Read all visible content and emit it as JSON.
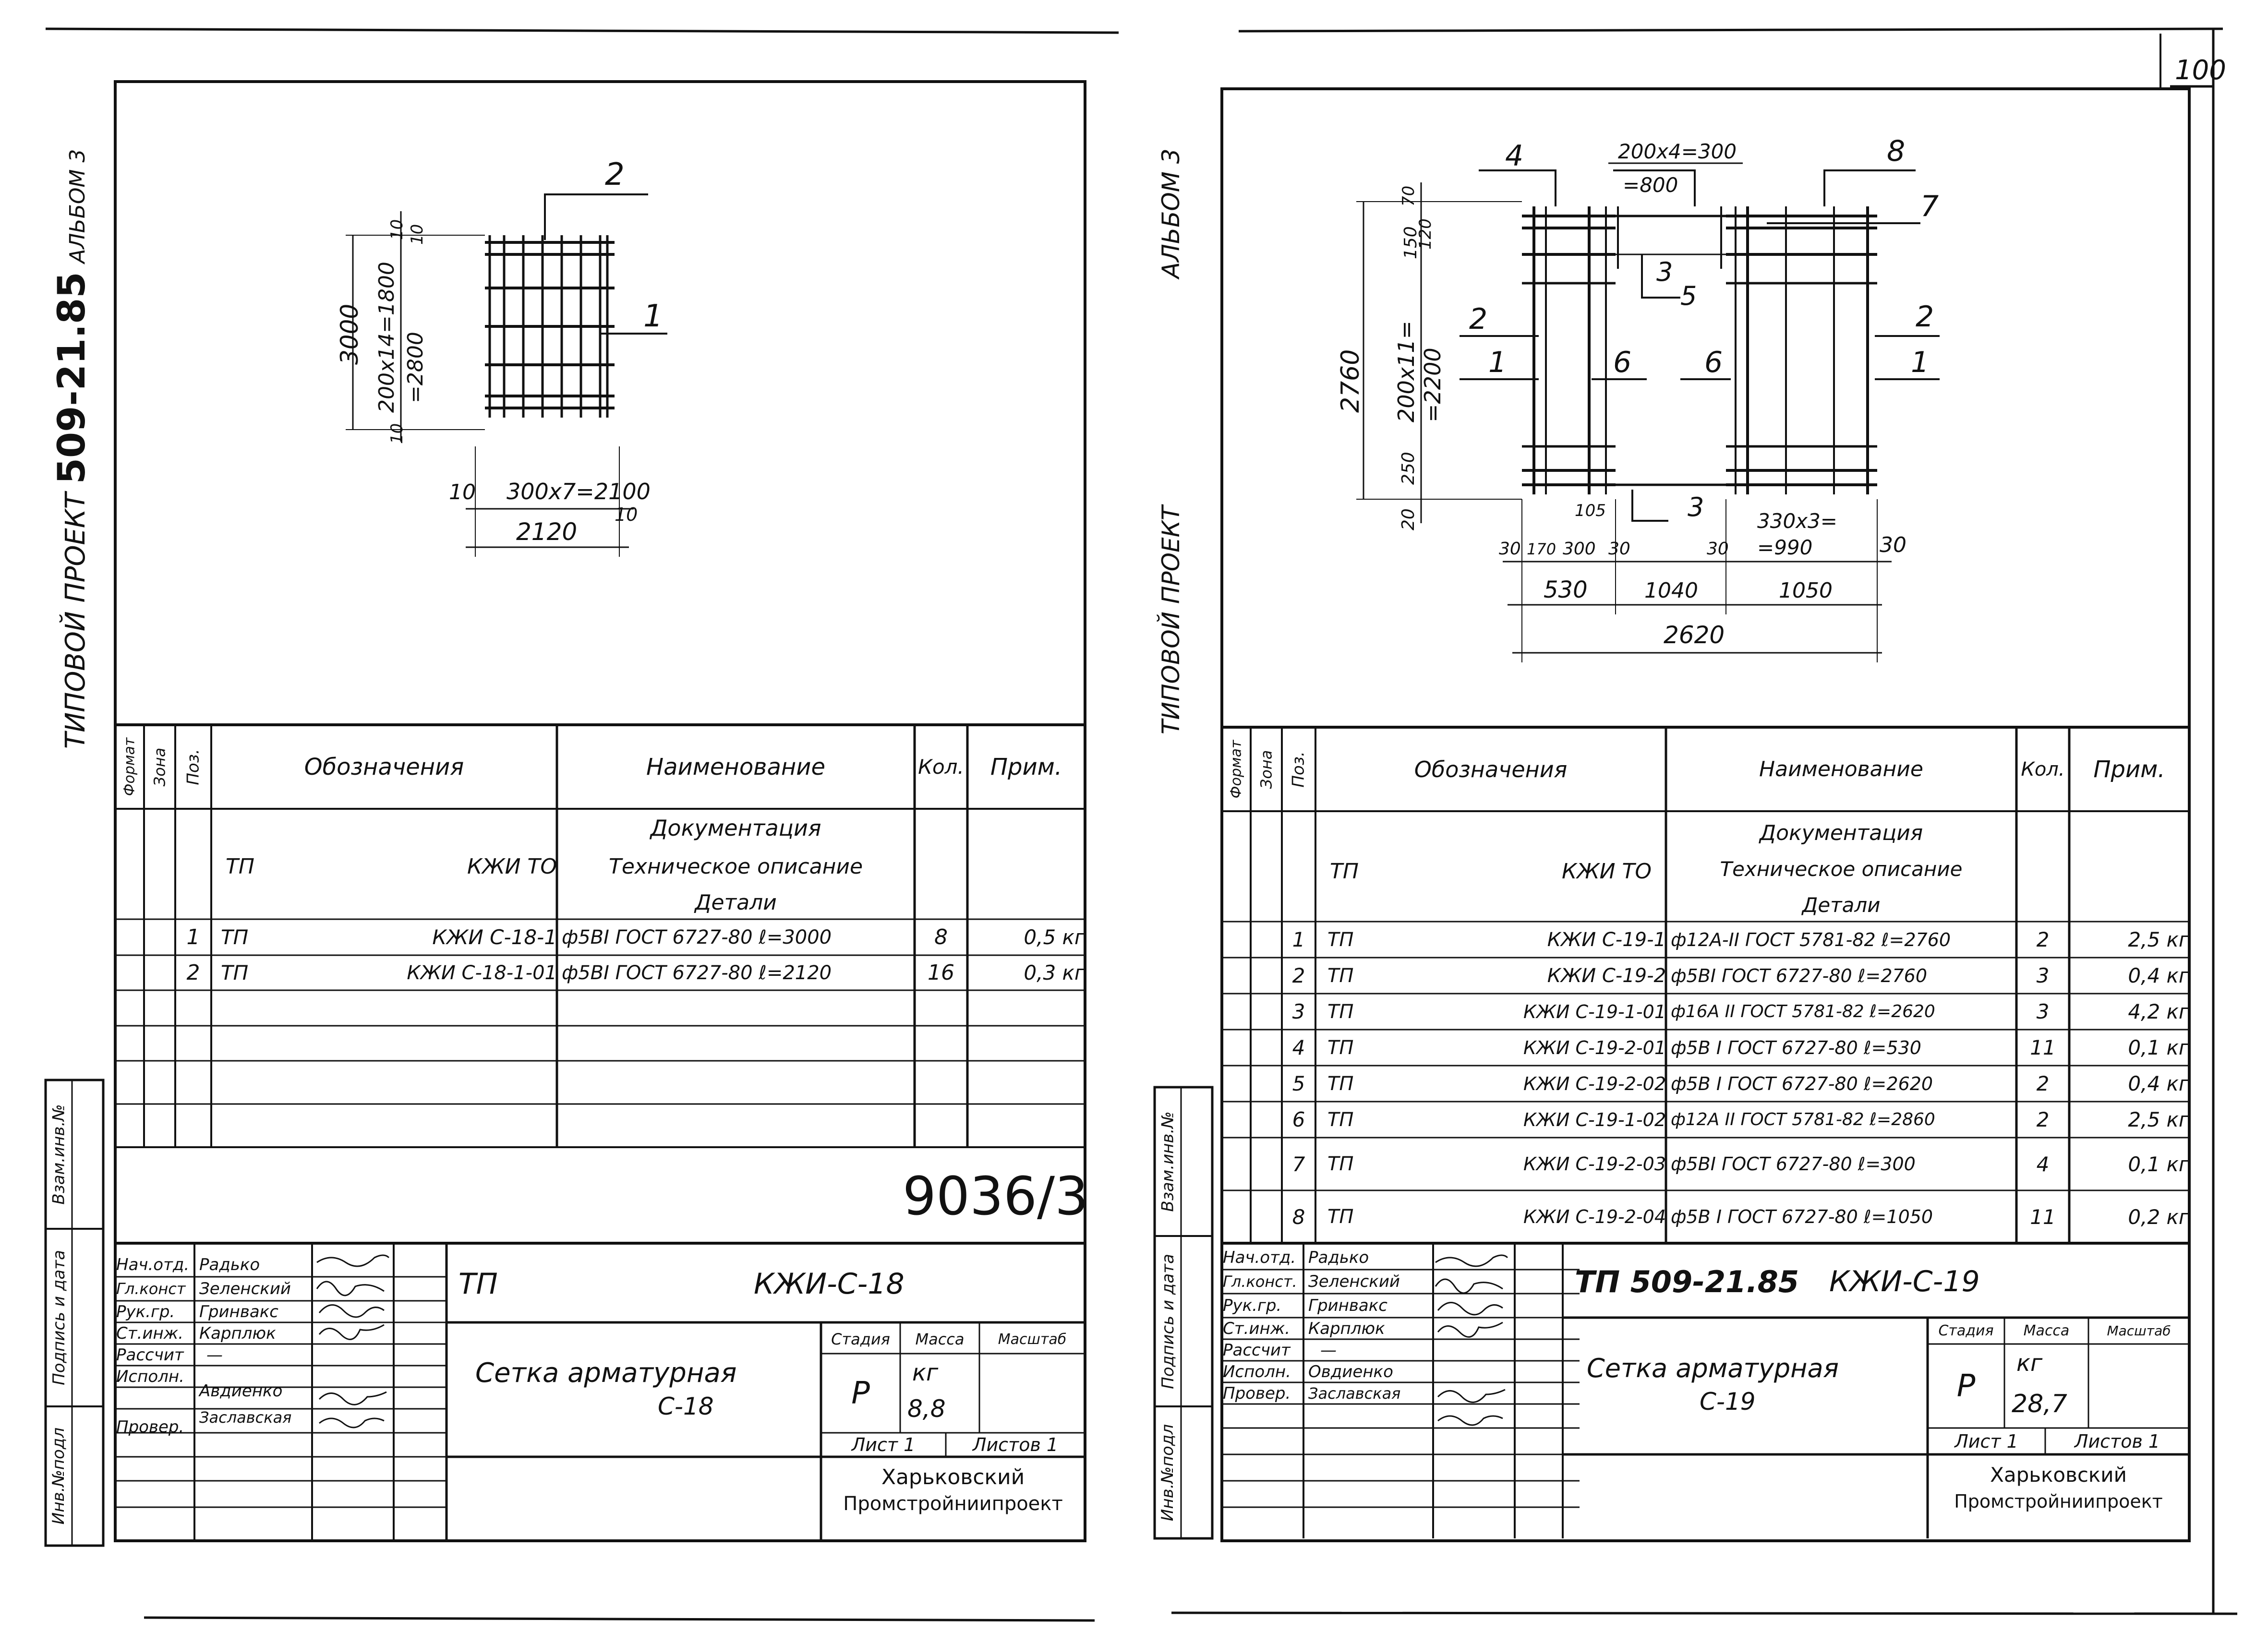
{
  "left": {
    "side_album": "ТИПОВОЙ ПРОЕКТ",
    "side_project": "509-21.85",
    "side_album_no": "АЛЬБОМ 3",
    "drawing": {
      "pos_top": "2",
      "pos_right": "1",
      "dim_height": "3000",
      "dim_rows": "200x14=1800",
      "dim_rows_eq": "=2800",
      "dim_top1": "10",
      "dim_top2": "10",
      "dim_bot": "10",
      "dim_spacing": "300x7=2100",
      "dim_left10": "10",
      "dim_right10": "10",
      "dim_width": "2120"
    },
    "table": {
      "headers": [
        "Формат",
        "Зона",
        "Поз.",
        "Обозначения",
        "Наименование",
        "Кол.",
        "Прим."
      ],
      "doc_left": "ТП",
      "doc_right": "КЖИ ТО",
      "doc_name_1": "Документация",
      "doc_name_2": "Техническое описание",
      "doc_name_3": "Детали",
      "rows": [
        {
          "pos": "1",
          "tp": "ТП",
          "code": "КЖИ С-18-1",
          "name": "ф5ВI ГОСТ 6727-80 ℓ=3000",
          "qty": "8",
          "note": "0,5 кг"
        },
        {
          "pos": "2",
          "tp": "ТП",
          "code": "КЖИ С-18-1-01",
          "name": "ф5ВI ГОСТ 6727-80 ℓ=2120",
          "qty": "16",
          "note": "0,3 кг"
        }
      ]
    },
    "archive_no": "9036/3",
    "side_marks": [
      "Взам.инв.№",
      "Подпись и дата",
      "Инв.№подл"
    ],
    "stamp": {
      "roles": [
        "Нач.отд.",
        "Гл.конст",
        "Рук.гр.",
        "Ст.инж.",
        "Рассчит",
        "Исполн.",
        "Провер."
      ],
      "names": [
        "Радько",
        "Зеленский",
        "Гринвакс",
        "Карплюк",
        "—",
        "Авдиенко",
        "Заславская"
      ],
      "code_left": "ТП",
      "code_right": "КЖИ-С-18",
      "title_1": "Сетка арматурная",
      "title_2": "С-18",
      "stage_label": "Стадия",
      "mass_label": "Масса",
      "scale_label": "Масштаб",
      "stage": "Р",
      "mass_unit": "кг",
      "mass": "8,8",
      "sheet": "Лист 1",
      "sheets": "Листов 1",
      "org_1": "Харьковский",
      "org_2": "Промстройниипроект"
    }
  },
  "right": {
    "page_no": "100",
    "side_album": "ТИПОВОЙ ПРОЕКТ",
    "side_album_no": "АЛЬБОМ 3",
    "drawing": {
      "pos": [
        "4",
        "8",
        "7",
        "3",
        "5",
        "2",
        "1",
        "6",
        "6",
        "2",
        "1",
        "3"
      ],
      "dim_top": "200x4=300",
      "dim_top_eq": "=800",
      "dim_height": "2760",
      "dim_rows": "200x11=",
      "dim_rows_eq": "=2200",
      "dim_70": "70",
      "dim_150": "150",
      "dim_120": "120",
      "dim_250": "250",
      "dim_20": "20",
      "dim_105": "105",
      "dim_330": "330x3=",
      "dim_330_eq": "=990",
      "dims_bottom": [
        "30",
        "170",
        "300",
        "30",
        "30",
        "30"
      ],
      "dim_530": "530",
      "dim_1040": "1040",
      "dim_1050": "1050",
      "dim_total": "2620"
    },
    "table": {
      "headers": [
        "Формат",
        "Зона",
        "Поз.",
        "Обозначения",
        "Наименование",
        "Кол.",
        "Прим."
      ],
      "doc_left": "ТП",
      "doc_right": "КЖИ ТО",
      "doc_name_1": "Документация",
      "doc_name_2": "Техническое описание",
      "doc_name_3": "Детали",
      "rows": [
        {
          "pos": "1",
          "tp": "ТП",
          "code": "КЖИ С-19-1",
          "name": "ф12А-II ГОСТ 5781-82 ℓ=2760",
          "qty": "2",
          "note": "2,5 кг"
        },
        {
          "pos": "2",
          "tp": "ТП",
          "code": "КЖИ С-19-2",
          "name": "ф5ВI ГОСТ 6727-80 ℓ=2760",
          "qty": "3",
          "note": "0,4 кг"
        },
        {
          "pos": "3",
          "tp": "ТП",
          "code": "КЖИ С-19-1-01",
          "name": "ф16А II ГОСТ 5781-82 ℓ=2620",
          "qty": "3",
          "note": "4,2 кг"
        },
        {
          "pos": "4",
          "tp": "ТП",
          "code": "КЖИ С-19-2-01",
          "name": "ф5В I ГОСТ 6727-80 ℓ=530",
          "qty": "11",
          "note": "0,1 кг"
        },
        {
          "pos": "5",
          "tp": "ТП",
          "code": "КЖИ С-19-2-02",
          "name": "ф5В I ГОСТ 6727-80 ℓ=2620",
          "qty": "2",
          "note": "0,4 кг"
        },
        {
          "pos": "6",
          "tp": "ТП",
          "code": "КЖИ С-19-1-02",
          "name": "ф12А II ГОСТ 5781-82 ℓ=2860",
          "qty": "2",
          "note": "2,5 кг"
        },
        {
          "pos": "7",
          "tp": "ТП",
          "code": "КЖИ С-19-2-03",
          "name": "ф5ВI ГОСТ 6727-80 ℓ=300",
          "qty": "4",
          "note": "0,1 кг"
        },
        {
          "pos": "8",
          "tp": "ТП",
          "code": "КЖИ С-19-2-04",
          "name": "ф5В I ГОСТ 6727-80 ℓ=1050",
          "qty": "11",
          "note": "0,2 кг"
        }
      ]
    },
    "side_marks": [
      "Взам.инв.№",
      "Подпись и дата",
      "Инв.№подл"
    ],
    "stamp": {
      "roles": [
        "Нач.отд.",
        "Гл.конст.",
        "Рук.гр.",
        "Ст.инж.",
        "Рассчит",
        "Исполн.",
        "Провер."
      ],
      "names": [
        "Радько",
        "Зеленский",
        "Гринвакс",
        "Карплюк",
        "—",
        "Овдиенко",
        "Заславская"
      ],
      "code_left": "ТП 509-21.85",
      "code_right": "КЖИ-С-19",
      "title_1": "Сетка арматурная",
      "title_2": "С-19",
      "stage_label": "Стадия",
      "mass_label": "Масса",
      "scale_label": "Масштаб",
      "stage": "Р",
      "mass_unit": "кг",
      "mass": "28,7",
      "sheet": "Лист 1",
      "sheets": "Листов 1",
      "org_1": "Харьковский",
      "org_2": "Промстройниипроект"
    }
  }
}
